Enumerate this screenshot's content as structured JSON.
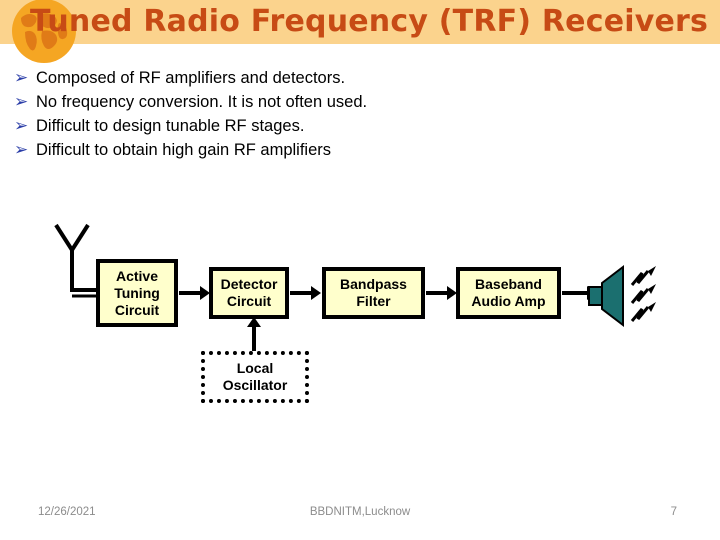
{
  "slide": {
    "title": "Tuned Radio Frequency (TRF) Receivers",
    "band_color": "#FBD38D",
    "title_color": "#C74B15",
    "background": "#FFFFFF"
  },
  "decor": {
    "globe_icon": "globe-icon",
    "globe_body_color": "#F5A623",
    "globe_land_color": "#E07B17"
  },
  "bullets": {
    "marker": "➢",
    "marker_color": "#2B3EA8",
    "items": [
      "Composed of RF amplifiers and detectors.",
      "No frequency conversion. It is not often used.",
      "Difficult to design tunable RF stages.",
      "Difficult to obtain high gain RF amplifiers"
    ]
  },
  "diagram": {
    "antenna_icon": "antenna-icon",
    "speaker_icon": "speaker-icon",
    "speaker_color": "#1B6F6F",
    "block_fill": "#FFFFCC",
    "block_border": "#000000",
    "blocks": [
      {
        "name": "active-tuning-circuit",
        "lines": [
          "Active",
          "Tuning",
          "Circuit"
        ],
        "style": "solid"
      },
      {
        "name": "detector-circuit",
        "lines": [
          "Detector",
          "Circuit"
        ],
        "style": "solid"
      },
      {
        "name": "bandpass-filter",
        "lines": [
          "Bandpass",
          "Filter"
        ],
        "style": "solid"
      },
      {
        "name": "baseband-audio-amp",
        "lines": [
          "Baseband",
          "Audio Amp"
        ],
        "style": "solid"
      },
      {
        "name": "local-oscillator",
        "lines": [
          "Local",
          "Oscillator"
        ],
        "style": "dotted"
      }
    ]
  },
  "footer": {
    "date": "12/26/2021",
    "center": "BBDNITM,Lucknow",
    "page": "7"
  }
}
